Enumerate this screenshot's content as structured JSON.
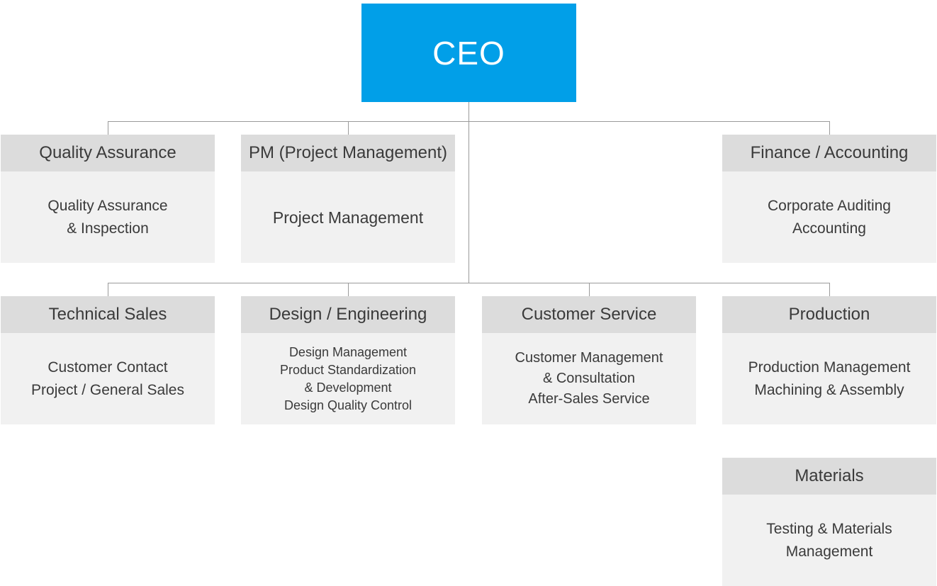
{
  "ceo": {
    "label": "CEO"
  },
  "departments": [
    {
      "title": "Quality Assurance",
      "lines": [
        "Quality Assurance",
        "& Inspection"
      ]
    },
    {
      "title": "PM (Project Management)",
      "lines": [
        "Project Management"
      ]
    },
    {
      "title": "Finance / Accounting",
      "lines": [
        "Corporate Auditing",
        "Accounting"
      ]
    },
    {
      "title": "Technical Sales",
      "lines": [
        "Customer Contact",
        "Project / General Sales"
      ]
    },
    {
      "title": "Design / Engineering",
      "lines": [
        "Design Management",
        "Product Standardization",
        "& Development",
        "Design Quality Control"
      ]
    },
    {
      "title": "Customer Service",
      "lines": [
        "Customer Management",
        "& Consultation",
        "After-Sales Service"
      ]
    },
    {
      "title": "Production",
      "lines": [
        "Production Management",
        "Machining & Assembly"
      ]
    },
    {
      "title": "Materials",
      "lines": [
        "Testing & Materials",
        "Management"
      ]
    }
  ],
  "colors": {
    "ceo_box": "#019fe8",
    "dept_header": "#dcdcdc",
    "dept_body": "#f1f1f1",
    "connector": "#9a9a9a"
  }
}
